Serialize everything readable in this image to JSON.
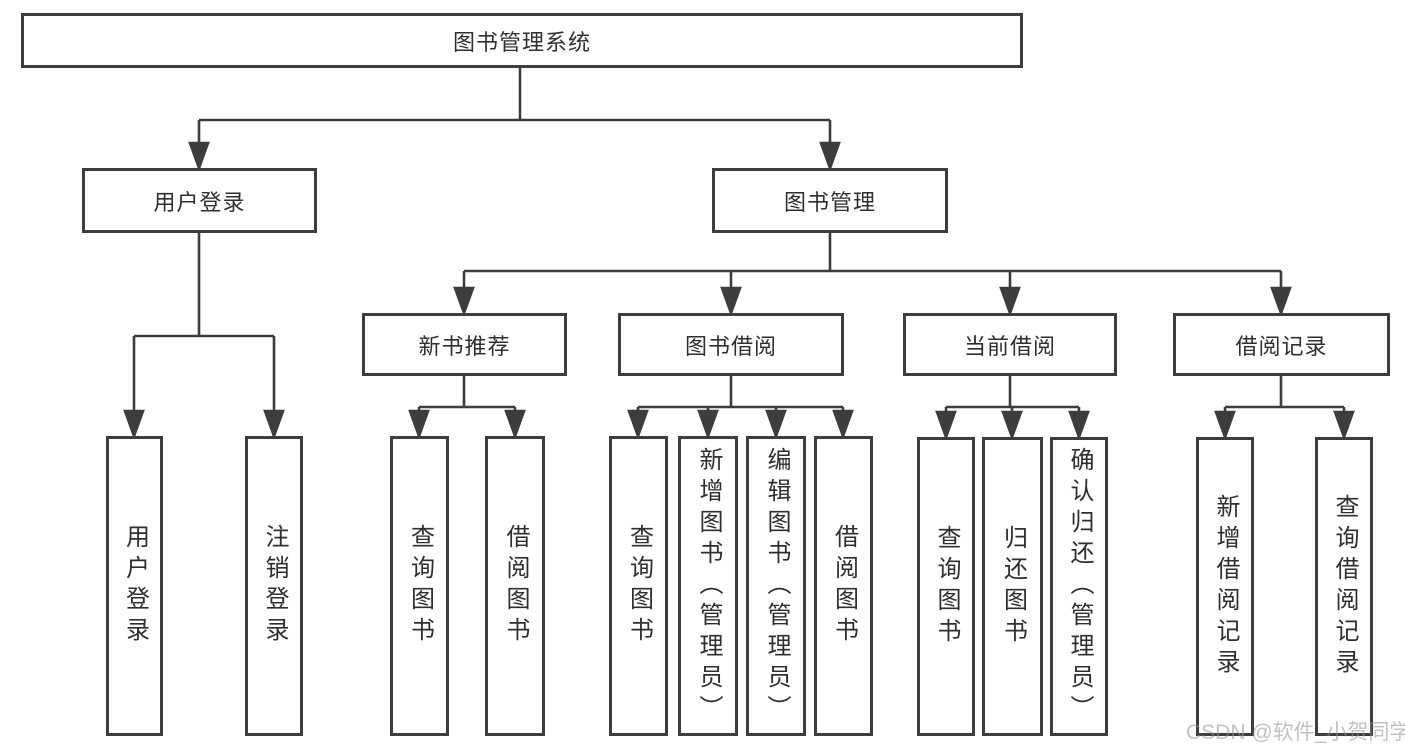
{
  "diagram": {
    "root": {
      "label": "图书管理系统"
    },
    "level2": [
      {
        "label": "用户登录"
      },
      {
        "label": "图书管理"
      }
    ],
    "level3": [
      {
        "label": "新书推荐"
      },
      {
        "label": "图书借阅"
      },
      {
        "label": "当前借阅"
      },
      {
        "label": "借阅记录"
      }
    ],
    "leaves": {
      "user_login": [
        "用户登录",
        "注销登录"
      ],
      "new_book": [
        "查询图书",
        "借阅图书"
      ],
      "book_borrow": [
        "查询图书",
        "新增图书（管理员）",
        "编辑图书（管理员）",
        "借阅图书"
      ],
      "current_borrow": [
        "查询图书",
        "归还图书",
        "确认归还（管理员）"
      ],
      "borrow_record": [
        "新增借阅记录",
        "查询借阅记录"
      ]
    }
  },
  "watermark": "CSDN @软件_小贺同学",
  "colors": {
    "line": "#3d3d3d",
    "text": "#2f2f2f",
    "background": "#ffffff",
    "watermark": "#8f8f8f"
  }
}
